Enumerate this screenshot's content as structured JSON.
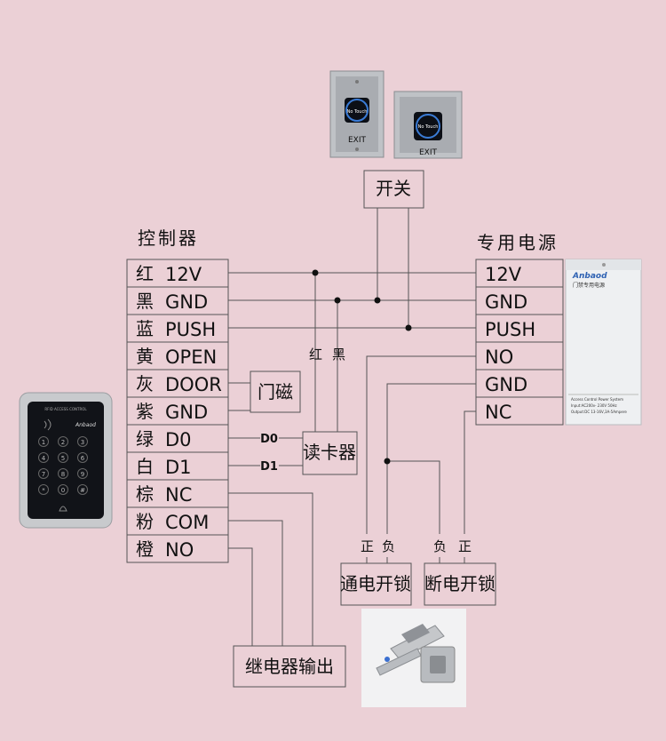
{
  "controller": {
    "title": "控制器",
    "pins": [
      {
        "color": "红",
        "signal": "12V"
      },
      {
        "color": "黑",
        "signal": "GND"
      },
      {
        "color": "蓝",
        "signal": "PUSH"
      },
      {
        "color": "黄",
        "signal": "OPEN"
      },
      {
        "color": "灰",
        "signal": "DOOR"
      },
      {
        "color": "紫",
        "signal": "GND"
      },
      {
        "color": "绿",
        "signal": "D0"
      },
      {
        "color": "白",
        "signal": "D1"
      },
      {
        "color": "棕",
        "signal": "NC"
      },
      {
        "color": "粉",
        "signal": "COM"
      },
      {
        "color": "橙",
        "signal": "NO"
      }
    ]
  },
  "power_supply": {
    "title": "专用电源",
    "pins": [
      "12V",
      "GND",
      "PUSH",
      "NO",
      "GND",
      "NC"
    ],
    "brand": "Anbaod",
    "device_title": "门禁专用电源",
    "spec_lines": [
      "Access Control Power System",
      "Input:AC200v- 230V 50Hz",
      "Output:DC 13-16V,3A-5Ampere"
    ]
  },
  "switch": {
    "label": "开关",
    "button_text": "EXIT",
    "sensor_text": "No Touch"
  },
  "door_sensor": {
    "label": "门磁"
  },
  "card_reader": {
    "label": "读卡器",
    "wire_red": "红",
    "wire_black": "黑",
    "line_d0": "D0",
    "line_d1": "D1"
  },
  "fail_secure_lock": {
    "label": "通电开锁",
    "pos": "正",
    "neg": "负"
  },
  "fail_safe_lock": {
    "label": "断电开锁",
    "neg": "负",
    "pos": "正"
  },
  "relay_output": {
    "label": "继电器输出"
  },
  "keypad": {
    "brand": "Anbaod",
    "header": "RFID ACCESS CONTROL",
    "keys": [
      "1",
      "2",
      "3",
      "4",
      "5",
      "6",
      "7",
      "8",
      "9",
      "*",
      "0",
      "#"
    ]
  }
}
